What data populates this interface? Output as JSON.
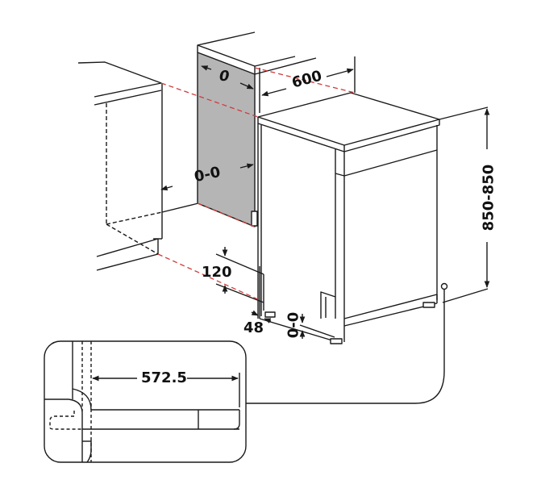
{
  "diagram": {
    "type": "dishwasher-installation-dimensions",
    "labels": {
      "side_gap": "0",
      "width": "600",
      "side_panel_gap": "0-0",
      "height": "850-850",
      "plinth_height": "120",
      "foot_offset": "48",
      "foot_adjust": "0-0",
      "detail_depth": "572.5"
    },
    "colors": {
      "line": "#1a1a1a",
      "panel_fill": "#b5b5b5",
      "guide_dashed": "#d23a3a",
      "hidden_dashed": "#1a1a1a",
      "background": "#ffffff"
    }
  }
}
